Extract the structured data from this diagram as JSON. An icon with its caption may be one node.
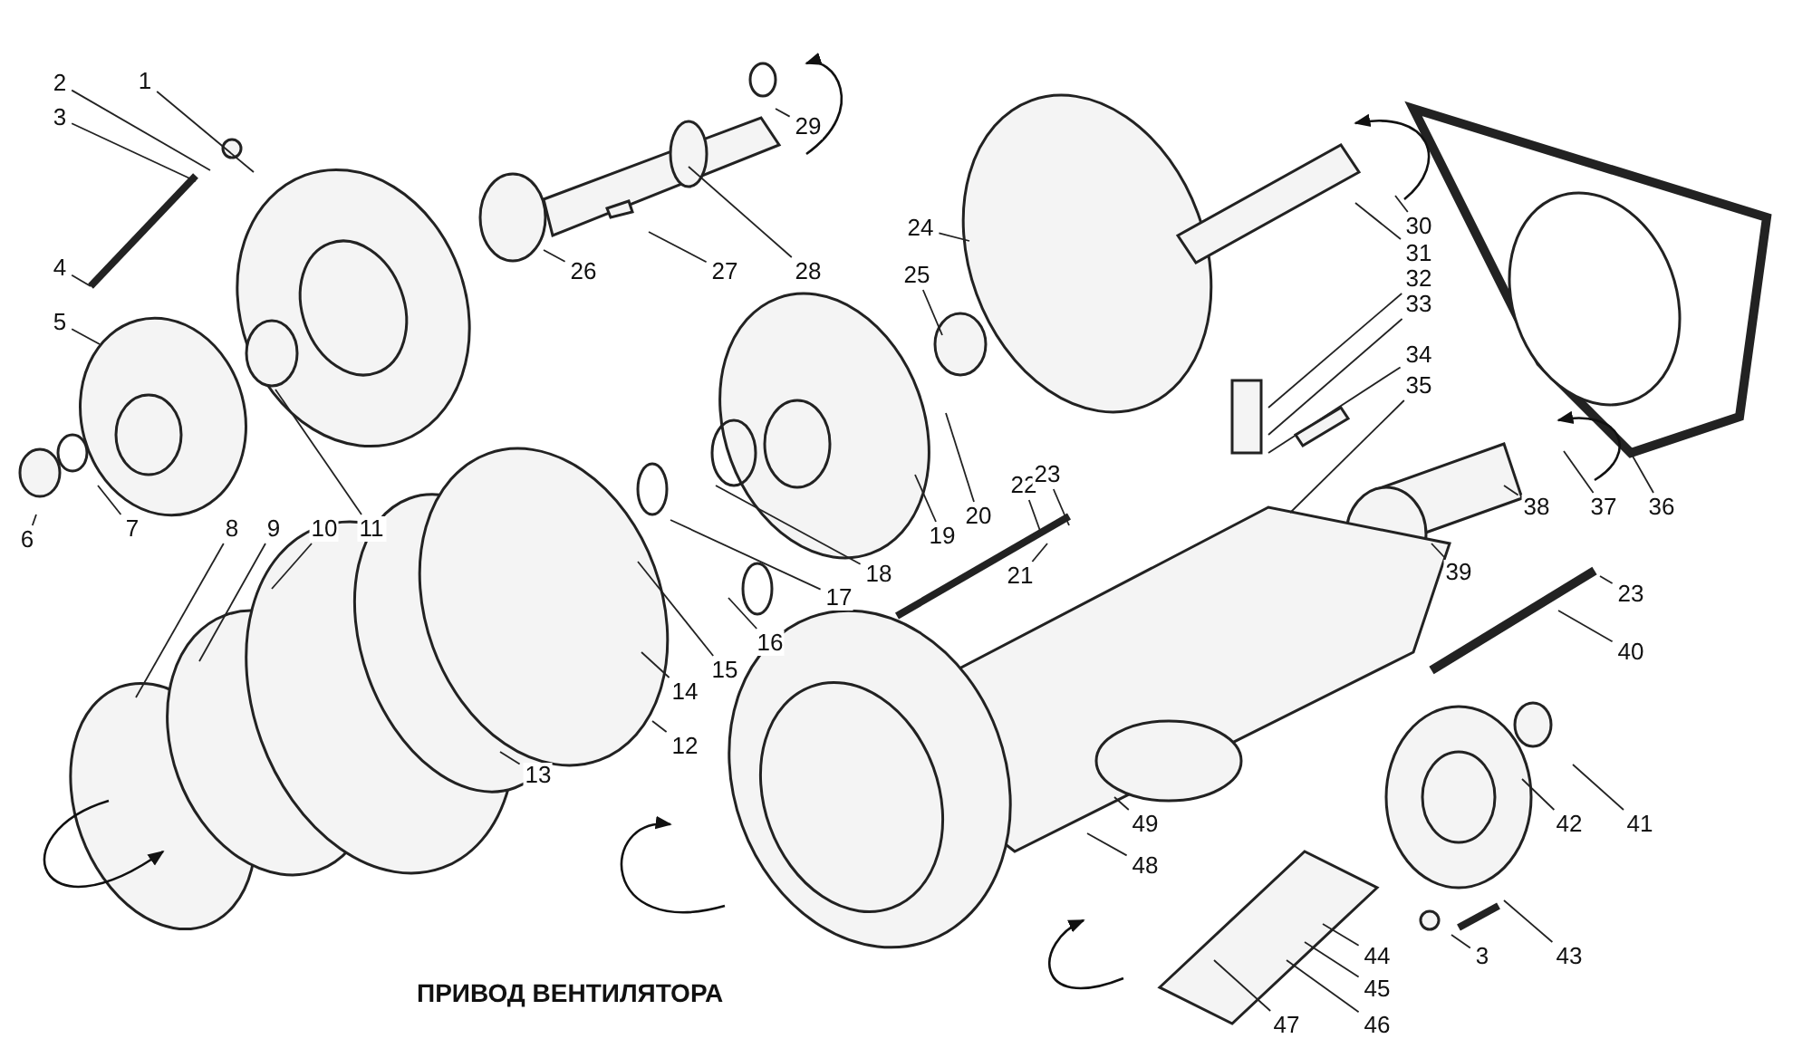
{
  "diagram": {
    "title": "ПРИВОД ВЕНТИЛЯТОРА",
    "nodes": [
      {
        "text": [
          "2"
        ]
      },
      {
        "text": [
          "1"
        ]
      },
      {
        "text": [
          "3"
        ]
      },
      {
        "text": [
          "4"
        ]
      },
      {
        "text": [
          "5"
        ]
      },
      {
        "text": [
          "26"
        ]
      },
      {
        "text": [
          "6"
        ]
      },
      {
        "text": [
          "7"
        ]
      },
      {
        "text": [
          "8"
        ]
      },
      {
        "text": [
          "9"
        ]
      },
      {
        "text": [
          "10"
        ]
      },
      {
        "text": [
          "11"
        ]
      },
      {
        "text": [
          "29"
        ]
      },
      {
        "text": [
          "27"
        ]
      },
      {
        "text": [
          "28"
        ]
      },
      {
        "text": [
          "24"
        ]
      },
      {
        "text": [
          "25"
        ]
      },
      {
        "text": [
          "30"
        ]
      },
      {
        "text": [
          "31"
        ]
      },
      {
        "text": [
          "32"
        ]
      },
      {
        "text": [
          "33"
        ]
      },
      {
        "text": [
          "34"
        ]
      },
      {
        "text": [
          "35"
        ]
      },
      {
        "text": [
          "22"
        ]
      },
      {
        "text": [
          "23"
        ]
      },
      {
        "text": [
          "20"
        ]
      },
      {
        "text": [
          "19"
        ]
      },
      {
        "text": [
          "38"
        ]
      },
      {
        "text": [
          "37"
        ]
      },
      {
        "text": [
          "36"
        ]
      },
      {
        "text": [
          "18"
        ]
      },
      {
        "text": [
          "17"
        ]
      },
      {
        "text": [
          "21"
        ]
      },
      {
        "text": [
          "39"
        ]
      },
      {
        "text": [
          "23"
        ]
      },
      {
        "text": [
          "16"
        ]
      },
      {
        "text": [
          "15"
        ]
      },
      {
        "text": [
          "14"
        ]
      },
      {
        "text": [
          "40"
        ]
      },
      {
        "text": [
          "12"
        ]
      },
      {
        "text": [
          "13"
        ]
      },
      {
        "text": [
          "49"
        ]
      },
      {
        "text": [
          "48"
        ]
      },
      {
        "text": [
          "42"
        ]
      },
      {
        "text": [
          "41"
        ]
      },
      {
        "text": [
          "44"
        ]
      },
      {
        "text": [
          "3"
        ]
      },
      {
        "text": [
          "43"
        ]
      },
      {
        "text": [
          "45"
        ]
      },
      {
        "text": [
          "47"
        ]
      },
      {
        "text": [
          "46"
        ]
      }
    ],
    "edges": [
      {
        "from": 0,
        "to": null,
        "arrow": "none"
      },
      {
        "from": 1,
        "to": null,
        "arrow": "none"
      },
      {
        "from": 2,
        "to": null,
        "arrow": "none"
      },
      {
        "from": 3,
        "to": null,
        "arrow": "none"
      },
      {
        "from": 4,
        "to": null,
        "arrow": "none"
      },
      {
        "from": 5,
        "to": null,
        "arrow": "none"
      },
      {
        "from": 6,
        "to": null,
        "arrow": "none"
      },
      {
        "from": 7,
        "to": null,
        "arrow": "none"
      },
      {
        "from": 8,
        "to": null,
        "arrow": "none"
      },
      {
        "from": 9,
        "to": null,
        "arrow": "none"
      },
      {
        "from": 10,
        "to": null,
        "arrow": "none"
      },
      {
        "from": 11,
        "to": null,
        "arrow": "none"
      },
      {
        "from": 12,
        "to": null,
        "arrow": "none"
      },
      {
        "from": 13,
        "to": null,
        "arrow": "none"
      },
      {
        "from": 14,
        "to": null,
        "arrow": "none"
      },
      {
        "from": 15,
        "to": null,
        "arrow": "none"
      },
      {
        "from": 16,
        "to": null,
        "arrow": "none"
      },
      {
        "from": 17,
        "to": null,
        "arrow": "none"
      },
      {
        "from": 18,
        "to": null,
        "arrow": "none"
      },
      {
        "from": 19,
        "to": null,
        "arrow": "none"
      },
      {
        "from": 20,
        "to": null,
        "arrow": "none"
      },
      {
        "from": 21,
        "to": null,
        "arrow": "none"
      },
      {
        "from": 22,
        "to": null,
        "arrow": "none"
      },
      {
        "from": 23,
        "to": null,
        "arrow": "none"
      },
      {
        "from": 24,
        "to": null,
        "arrow": "none"
      },
      {
        "from": 25,
        "to": null,
        "arrow": "none"
      },
      {
        "from": 26,
        "to": null,
        "arrow": "none"
      },
      {
        "from": 27,
        "to": null,
        "arrow": "none"
      },
      {
        "from": 28,
        "to": null,
        "arrow": "none"
      },
      {
        "from": 29,
        "to": null,
        "arrow": "none"
      },
      {
        "from": 30,
        "to": null,
        "arrow": "none"
      },
      {
        "from": 31,
        "to": null,
        "arrow": "none"
      },
      {
        "from": 32,
        "to": null,
        "arrow": "none"
      },
      {
        "from": 33,
        "to": null,
        "arrow": "none"
      },
      {
        "from": 34,
        "to": null,
        "arrow": "none"
      },
      {
        "from": 35,
        "to": null,
        "arrow": "none"
      },
      {
        "from": 36,
        "to": null,
        "arrow": "none"
      },
      {
        "from": 37,
        "to": null,
        "arrow": "none"
      },
      {
        "from": 38,
        "to": null,
        "arrow": "none"
      },
      {
        "from": 39,
        "to": null,
        "arrow": "none"
      },
      {
        "from": 40,
        "to": null,
        "arrow": "none"
      },
      {
        "from": 41,
        "to": null,
        "arrow": "none"
      },
      {
        "from": 42,
        "to": null,
        "arrow": "none"
      },
      {
        "from": 43,
        "to": null,
        "arrow": "none"
      },
      {
        "from": 44,
        "to": null,
        "arrow": "none"
      },
      {
        "from": 45,
        "to": null,
        "arrow": "none"
      },
      {
        "from": 46,
        "to": null,
        "arrow": "none"
      },
      {
        "from": 47,
        "to": null,
        "arrow": "none"
      },
      {
        "from": 48,
        "to": null,
        "arrow": "none"
      },
      {
        "from": 49,
        "to": null,
        "arrow": "none"
      },
      {
        "from": 50,
        "to": null,
        "arrow": "none"
      }
    ]
  }
}
